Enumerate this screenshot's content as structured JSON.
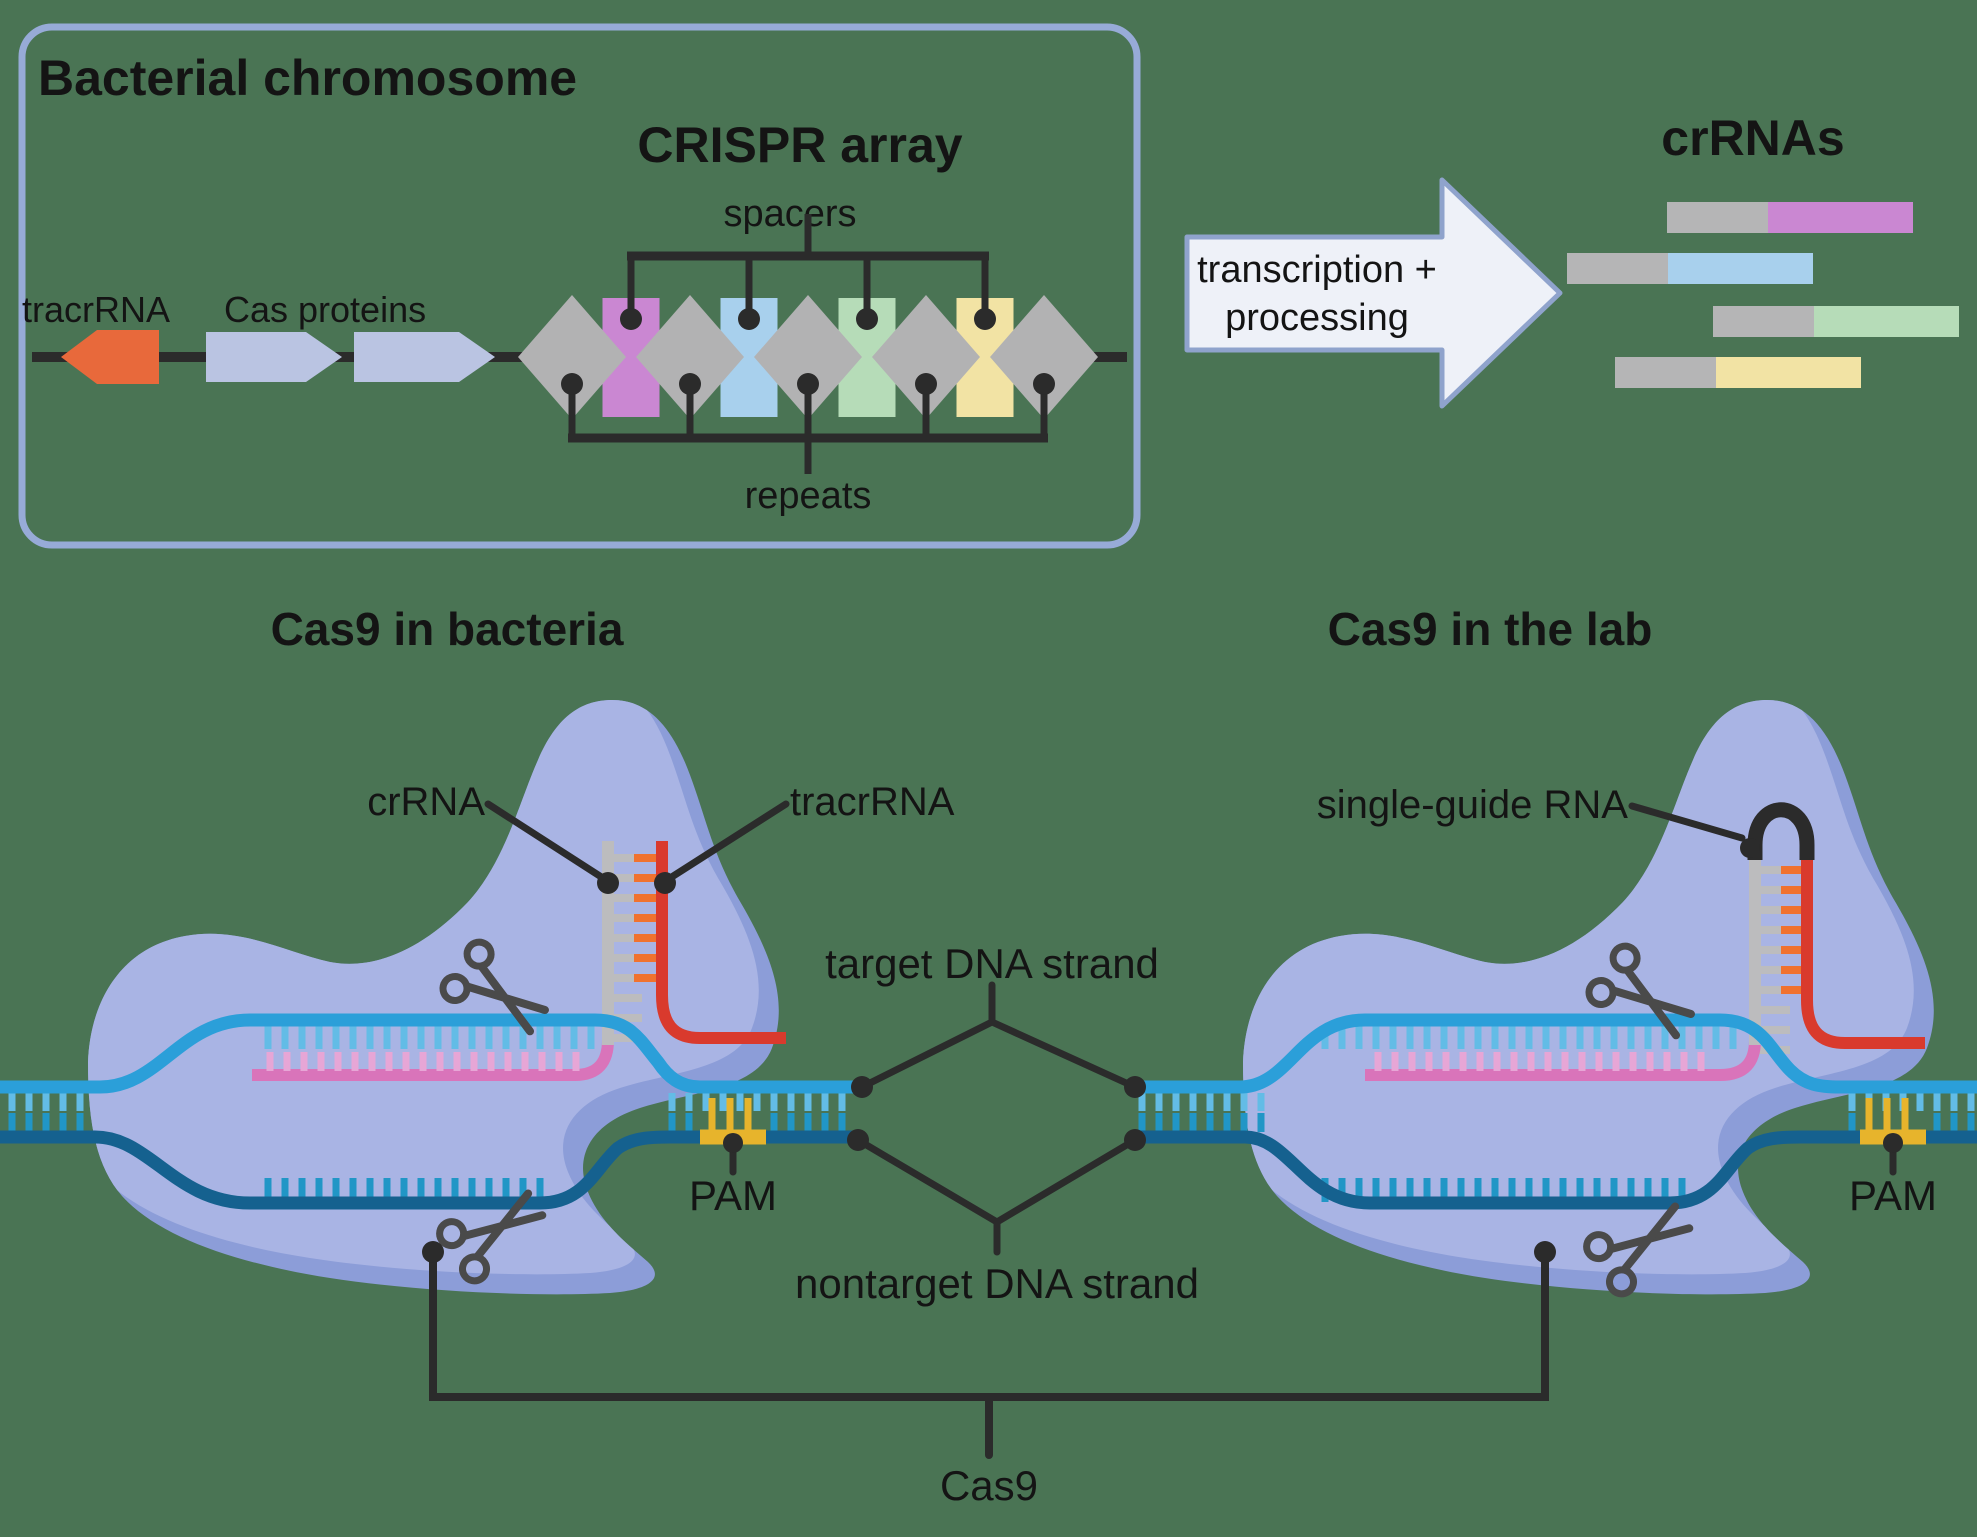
{
  "colors": {
    "background": "#4a7454",
    "box_border": "#97abd7",
    "dark_line": "#2b2b2b",
    "text": "#141414",
    "tracrrna_gene_orange": "#e8693b",
    "cas_gene_blue": "#bac4e2",
    "repeat_gray": "#b2b2b3",
    "spacer_purple": "#ca87d2",
    "spacer_blue": "#a8d0ed",
    "spacer_green": "#b6dcb8",
    "spacer_yellow": "#f2e3a4",
    "process_arrow_fill": "#eef1f8",
    "process_arrow_border": "#8fa3cc",
    "bar_gray": "#b5b5b6",
    "blob_fill": "#a9b4e4",
    "blob_shadow": "#8c9dd8",
    "dna_top_strand": "#2b9fd9",
    "dna_bottom_strand": "#15618f",
    "teeth_light_blue": "#63bce6",
    "teeth_teal": "#2196c6",
    "crrna_pink": "#d974ba",
    "teeth_pink": "#e7a6d6",
    "pam_yellow": "#e7b42c",
    "crrna_gray": "#bcbcbe",
    "tracrrna_red": "#d93a2d",
    "rung_orange": "#f0722f",
    "scissors_gray": "#4a4a4a"
  },
  "top_box": {
    "title": "Bacterial chromosome",
    "array_title": "CRISPR array",
    "spacers_label": "spacers",
    "repeats_label": "repeats",
    "tracrrna_label": "tracrRNA",
    "cas_proteins_label": "Cas proteins"
  },
  "process_arrow": {
    "line1": "transcription +",
    "line2": "processing"
  },
  "crrnas": {
    "title": "crRNAs"
  },
  "bacteria_panel": {
    "title": "Cas9 in bacteria",
    "crrna_label": "crRNA",
    "tracrrna_label": "tracrRNA",
    "pam_label": "PAM"
  },
  "lab_panel": {
    "title": "Cas9 in the lab",
    "sgrna_label": "single-guide RNA",
    "pam_label": "PAM"
  },
  "dna_labels": {
    "target": "target DNA strand",
    "nontarget": "nontarget DNA strand",
    "cas9": "Cas9"
  }
}
